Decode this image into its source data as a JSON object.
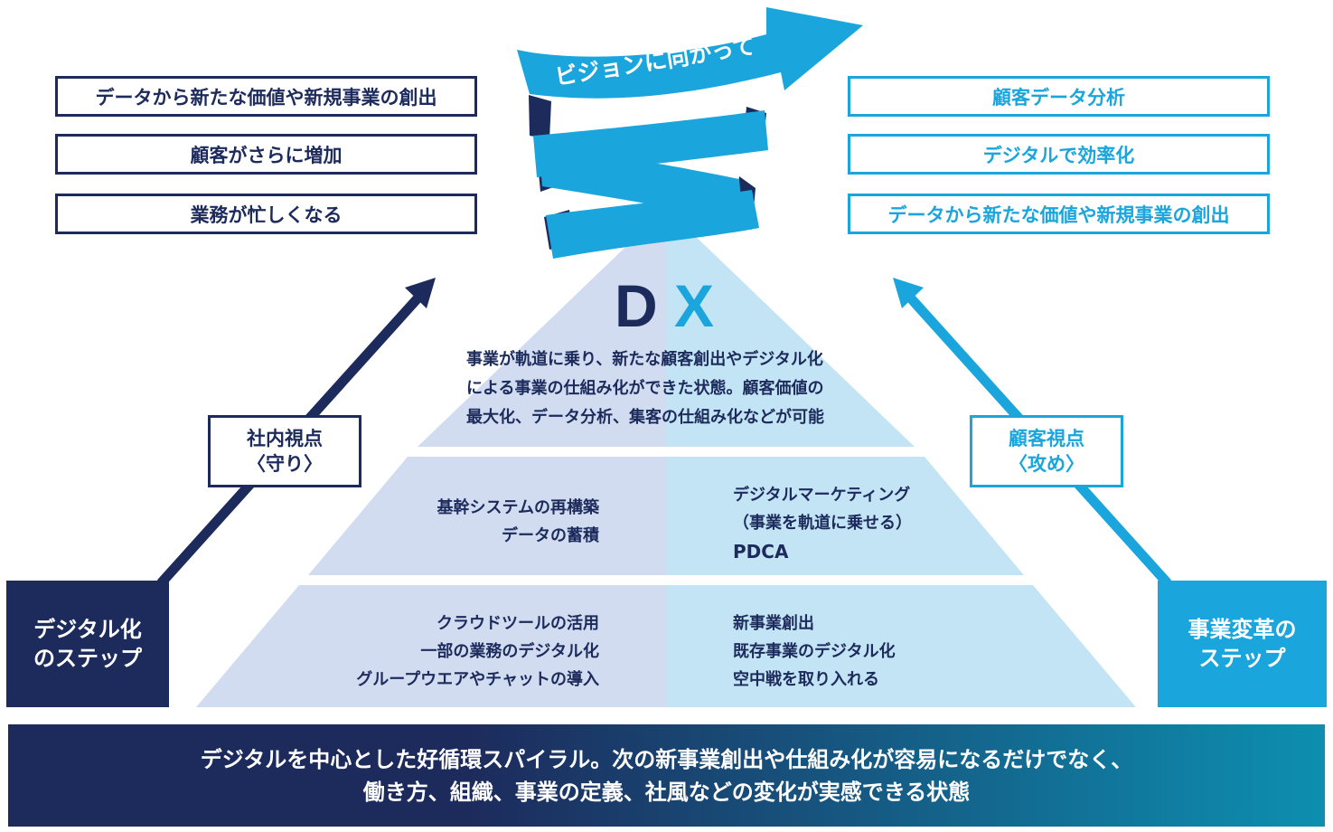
{
  "vision_label": "ビジョンに向かって",
  "left_results": [
    "データから新たな価値や新規事業の創出",
    "顧客がさらに増加",
    "業務が忙しくなる"
  ],
  "right_results": [
    "顧客データ分析",
    "デジタルで効率化",
    "データから新たな価値や新規事業の創出"
  ],
  "dx": {
    "letter_d": "D",
    "letter_x": "X",
    "lines": [
      "事業が軌道に乗り、新たな顧客創出やデジタル化",
      "による事業の仕組み化ができた状態。顧客価値の",
      "最大化、データ分析、集客の仕組み化などが可能"
    ]
  },
  "middle": {
    "left": [
      "基幹システムの再構築",
      "データの蓄積"
    ],
    "right": [
      "デジタルマーケティング",
      "（事業を軌道に乗せる）",
      "PDCA"
    ]
  },
  "bottom": {
    "left": [
      "クラウドツールの活用",
      "一部の業務のデジタル化",
      "グループウエアやチャットの導入"
    ],
    "right": [
      "新事業創出",
      "既存事業のデジタル化",
      "空中戦を取り入れる"
    ]
  },
  "internal_view": {
    "line1": "社内視点",
    "line2": "〈守り〉"
  },
  "customer_view": {
    "line1": "顧客視点",
    "line2": "〈攻め〉"
  },
  "digital_step": {
    "line1": "デジタル化",
    "line2": "のステップ"
  },
  "business_step": {
    "line1": "事業変革の",
    "line2": "ステップ"
  },
  "footer": {
    "line1": "デジタルを中心とした好循環スパイラル。次の新事業創出や仕組み化が容易になるだけでなく、",
    "line2": "働き方、組織、事業の定義、社風などの変化が実感できる状態"
  },
  "colors": {
    "navy": "#1d2b5c",
    "cyan": "#1aa5dc",
    "pyramid_left": "#d1dcf0",
    "pyramid_right": "#c3e4f4"
  }
}
